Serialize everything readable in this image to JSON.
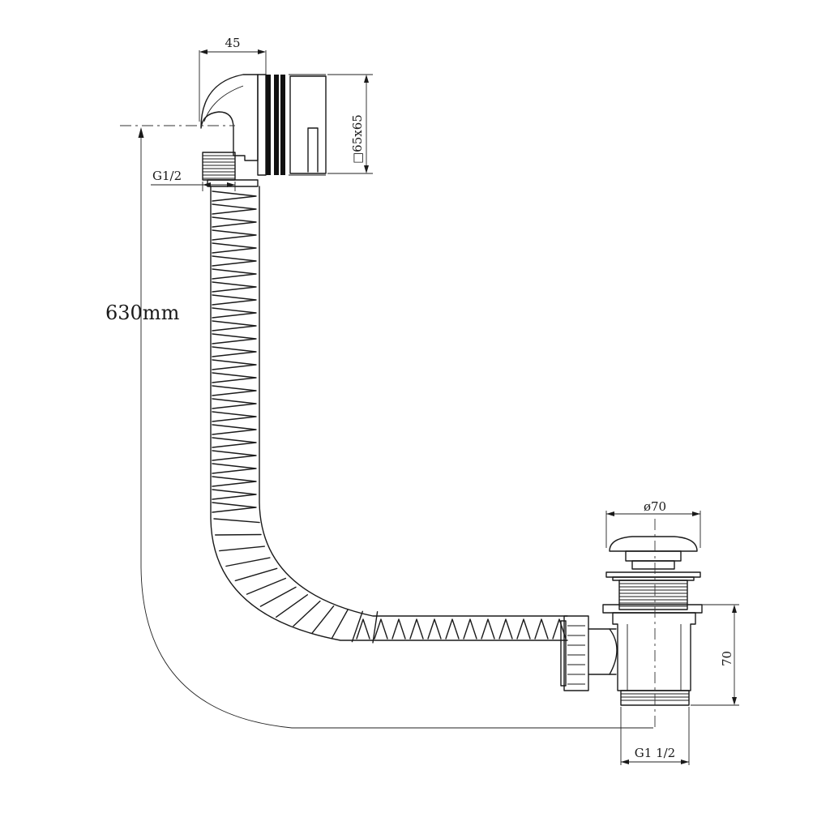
{
  "dimensions": {
    "overflow_offset": "45",
    "overflow_plate": "□65x65",
    "overflow_thread": "G1/2",
    "hose_length": "630mm",
    "waste_diameter": "ø70",
    "waste_height": "70",
    "waste_thread": "G1 1/2"
  }
}
